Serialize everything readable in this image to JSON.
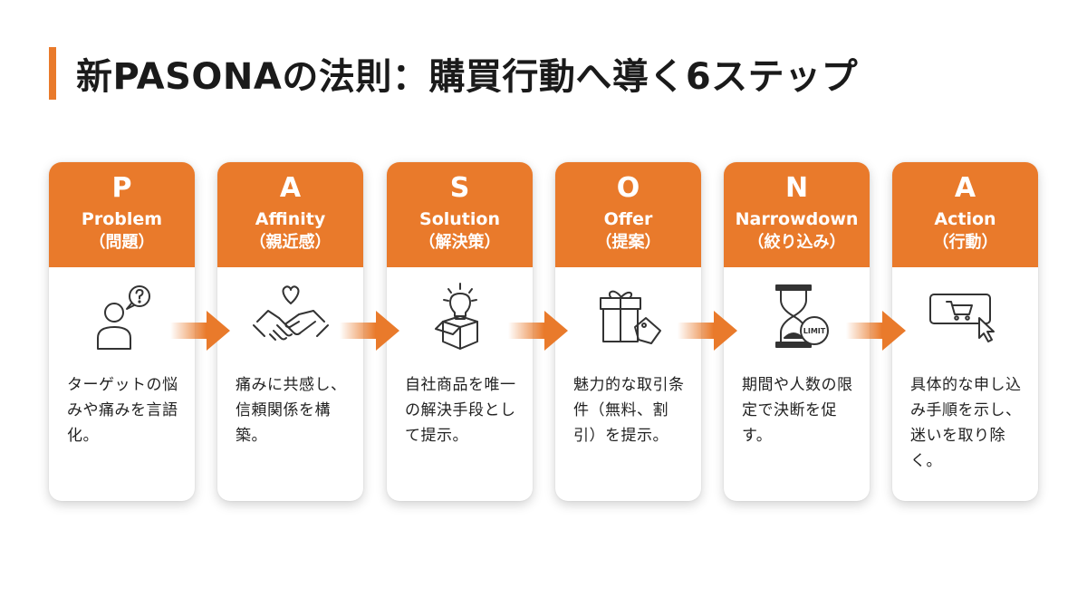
{
  "title": "新PASONAの法則：購買行動へ導く6ステップ",
  "accent_color": "#e97a2b",
  "steps": [
    {
      "letter": "P",
      "word": "Problem",
      "jp": "（問題）",
      "desc": "ターゲットの悩みや痛みを言語化。",
      "icon": "person-question-icon"
    },
    {
      "letter": "A",
      "word": "Affinity",
      "jp": "（親近感）",
      "desc": "痛みに共感し、信頼関係を構築。",
      "icon": "handshake-heart-icon"
    },
    {
      "letter": "S",
      "word": "Solution",
      "jp": "（解決策）",
      "desc": "自社商品を唯一の解決手段として提示。",
      "icon": "lightbulb-box-icon"
    },
    {
      "letter": "O",
      "word": "Offer",
      "jp": "（提案）",
      "desc": "魅力的な取引条件（無料、割引）を提示。",
      "icon": "gift-tag-icon"
    },
    {
      "letter": "N",
      "word": "Narrowdown",
      "jp": "（絞り込み）",
      "desc": "期間や人数の限定で決断を促す。",
      "icon": "hourglass-limit-icon",
      "icon_label": "LIMIT"
    },
    {
      "letter": "A",
      "word": "Action",
      "jp": "（行動）",
      "desc": "具体的な申し込み手順を示し、迷いを取り除く。",
      "icon": "cart-cursor-icon"
    }
  ]
}
